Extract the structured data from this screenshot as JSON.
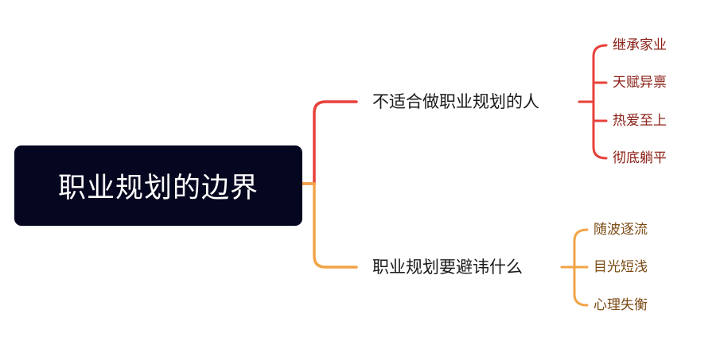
{
  "root": {
    "text": "职业规划的边界"
  },
  "colors": {
    "root_bg": "#05061f",
    "branch_red": "#e8413a",
    "branch_orange": "#f2a447",
    "leaf_red_text": "#8a1d14",
    "leaf_orange_text": "#7a4a12"
  },
  "branches": [
    {
      "label": "不适合做职业规划的人",
      "color": "red",
      "leaves": [
        "继承家业",
        "天赋异禀",
        "热爱至上",
        "彻底躺平"
      ]
    },
    {
      "label": "职业规划要避讳什么",
      "color": "orange",
      "leaves": [
        "随波逐流",
        "目光短浅",
        "心理失衡"
      ]
    }
  ]
}
